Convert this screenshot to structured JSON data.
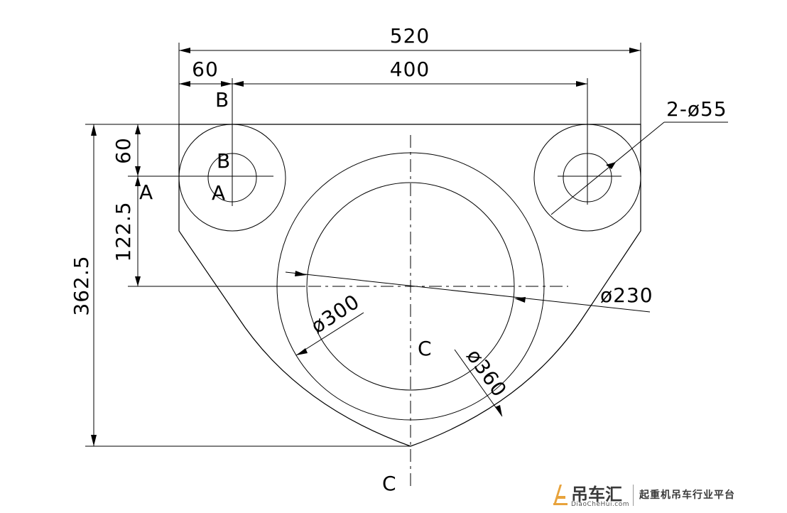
{
  "dimensions": {
    "overall_width": "520",
    "hole_spacing": "400",
    "edge_to_hole": "60",
    "top_to_hole": "60",
    "hole_to_center": "122.5",
    "total_height": "362.5",
    "hole_dia": "2-ø55",
    "inner_dia": "ø230",
    "bore_dia": "ø300",
    "outer_dia": "ø360"
  },
  "section_labels": {
    "a_left": "A",
    "a_right": "A",
    "b_top": "B",
    "b_mid": "B",
    "c_mid": "C",
    "c_bottom": "C"
  },
  "logo": {
    "brand": "吊车汇",
    "site": "DiaoCheHui.com",
    "slogan": "起重机吊车行业平台",
    "accent_color": "#e8a33c"
  }
}
